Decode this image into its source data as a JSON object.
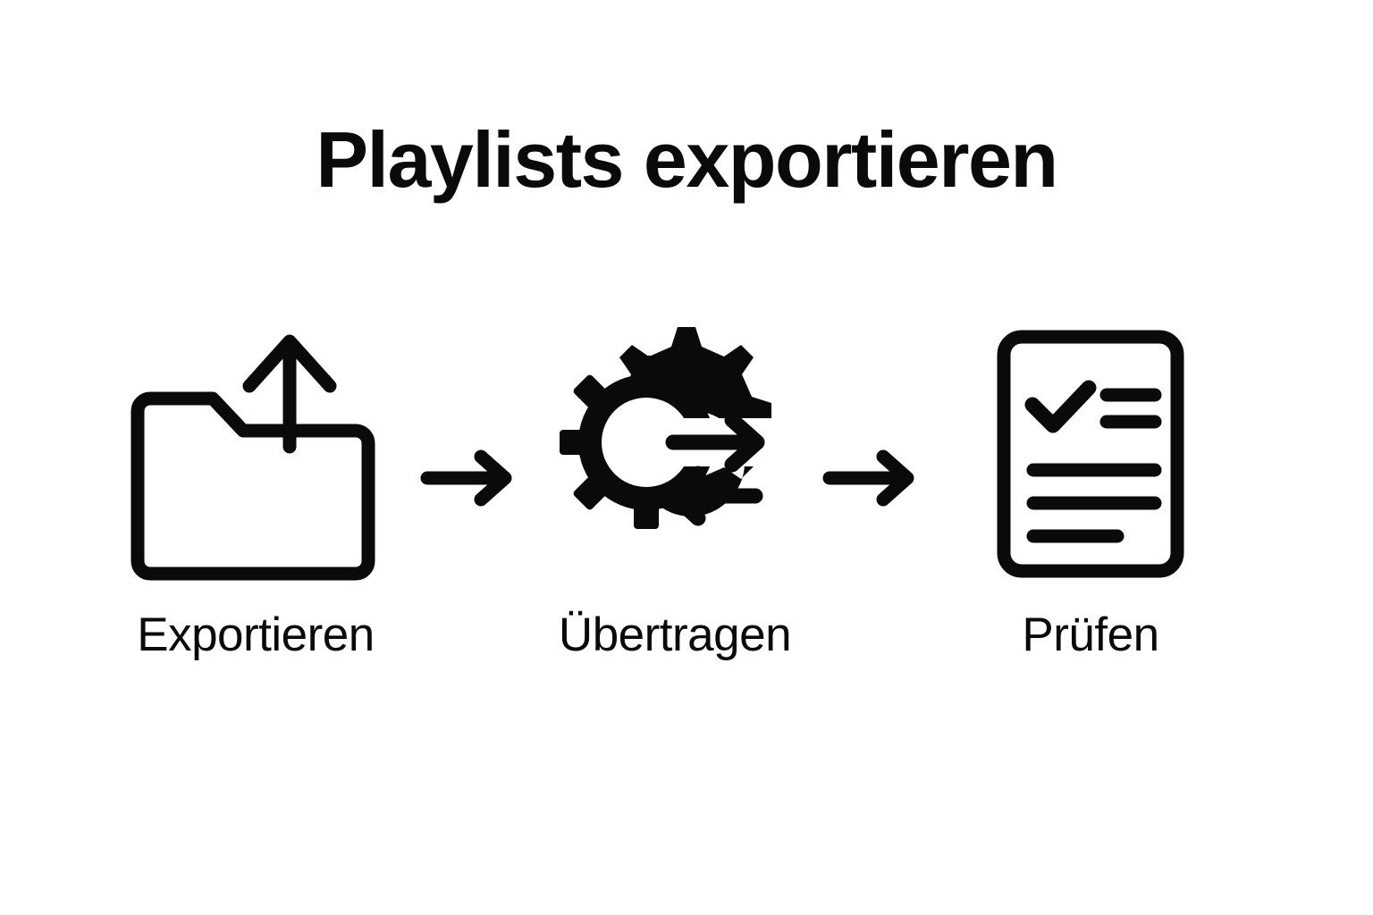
{
  "page": {
    "title": "Playlists exportieren",
    "background_color": "#ffffff",
    "foreground_color": "#0a0a0a"
  },
  "flow": {
    "steps": [
      {
        "id": "export",
        "label": "Exportieren",
        "icon": "folder-upload-icon"
      },
      {
        "id": "transfer",
        "label": "Übertragen",
        "icon": "gear-transfer-arrows-icon"
      },
      {
        "id": "verify",
        "label": "Prüfen",
        "icon": "document-checklist-icon"
      }
    ],
    "connectors": [
      {
        "id": "connector-1",
        "icon": "arrow-right-icon"
      },
      {
        "id": "connector-2",
        "icon": "arrow-right-icon"
      }
    ]
  }
}
